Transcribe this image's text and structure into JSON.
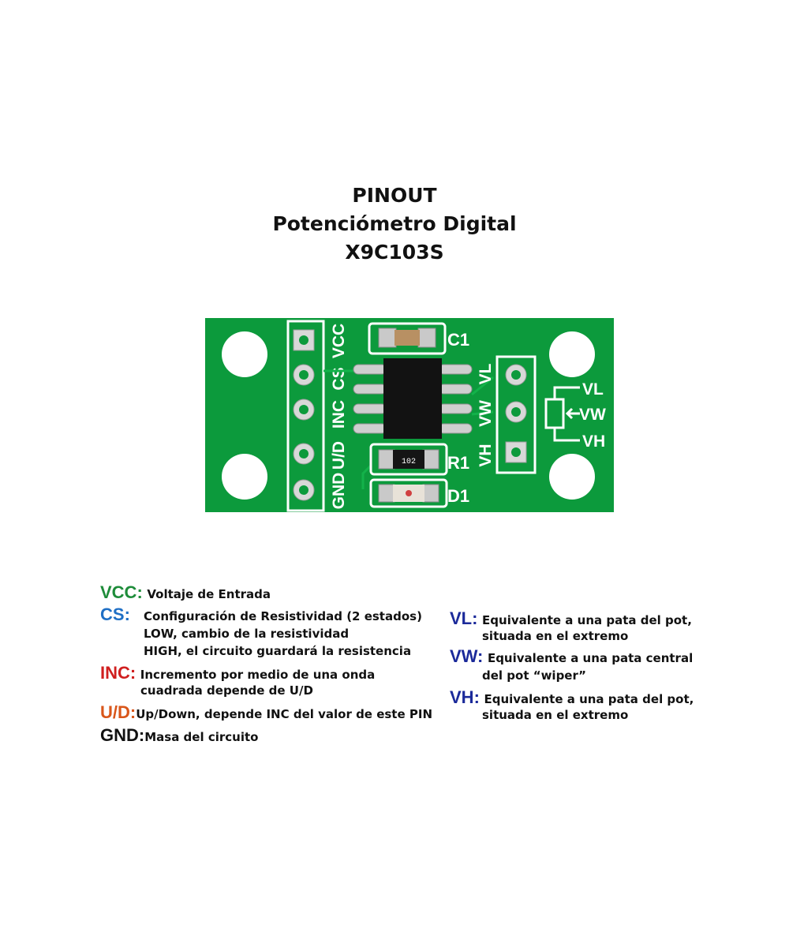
{
  "title": {
    "line1": "PINOUT",
    "line2": "Potenciómetro Digital",
    "line3": "X9C103S"
  },
  "board": {
    "left_pin_labels": [
      "VCC",
      "CS",
      "INC",
      "U/D",
      "GND"
    ],
    "right_pin_labels": [
      "VL",
      "VW",
      "VH"
    ],
    "symbol_labels": [
      "VL",
      "VW",
      "VH"
    ],
    "component_labels": {
      "capacitor": "C1",
      "resistor": "R1",
      "led": "D1",
      "resistor_code": "102"
    },
    "colors": {
      "pcb": "#0c9a3c",
      "silkscreen": "#ffffff",
      "chip": "#121212"
    }
  },
  "legend_left": [
    {
      "pin": "VCC",
      "color": "#1e8c3a",
      "lines": [
        "Voltaje de Entrada"
      ]
    },
    {
      "pin": "CS",
      "color": "#1f6fc5",
      "lines": [
        "Configuración de Resistividad (2 estados)",
        "LOW, cambio de la resistividad",
        "HIGH, el circuito guardará la resistencia"
      ]
    },
    {
      "pin": "INC",
      "color": "#d01f1f",
      "lines": [
        "Incremento por medio de una onda",
        "cuadrada depende de U/D"
      ]
    },
    {
      "pin": "U/D",
      "color": "#d9561a",
      "lines": [
        "Up/Down, depende INC del valor de este PIN"
      ]
    },
    {
      "pin": "GND",
      "color": "#111111",
      "lines": [
        "Masa del circuito"
      ]
    }
  ],
  "legend_right": [
    {
      "pin": "VL",
      "color": "#1b2a9a",
      "lines": [
        "Equivalente a una pata del pot,",
        "situada en el extremo"
      ]
    },
    {
      "pin": "VW",
      "color": "#1b2a9a",
      "lines": [
        "Equivalente a una pata central",
        "del pot “wiper”"
      ]
    },
    {
      "pin": "VH",
      "color": "#1b2a9a",
      "lines": [
        "Equivalente a una pata del pot,",
        "situada en el extremo"
      ]
    }
  ]
}
